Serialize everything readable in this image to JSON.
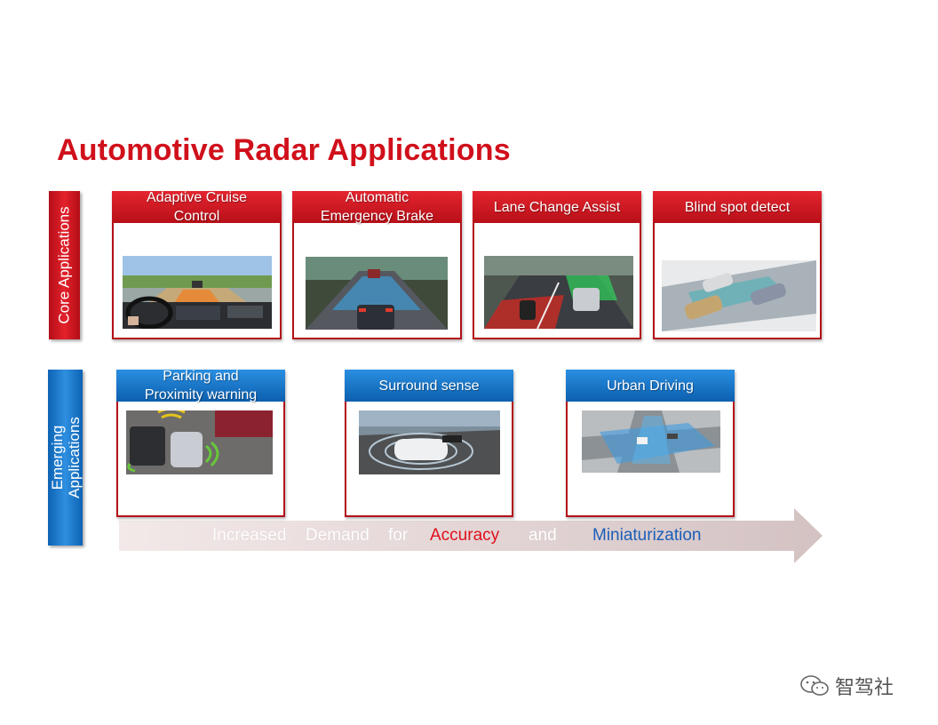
{
  "title": "Automotive Radar Applications",
  "side_labels": {
    "core": "Core Applications",
    "emerging_line1": "Emerging",
    "emerging_line2": "Applications"
  },
  "core_cards": [
    {
      "line1": "Adaptive Cruise",
      "line2": "Control"
    },
    {
      "line1": "Automatic",
      "line2": "Emergency Brake"
    },
    {
      "line1": "Lane Change Assist",
      "line2": ""
    },
    {
      "line1": "Blind spot detect",
      "line2": ""
    }
  ],
  "emerging_cards": [
    {
      "line1": "Parking and",
      "line2": "Proximity warning"
    },
    {
      "line1": "Surround sense",
      "line2": ""
    },
    {
      "line1": "Urban Driving",
      "line2": ""
    }
  ],
  "arrow": {
    "w1": "Increased",
    "w2": "Demand",
    "w3": "for",
    "w4": "Accuracy",
    "w5": "and",
    "w6": "Miniaturization",
    "accent_red": "#e0101b",
    "accent_blue": "#1a5fb8"
  },
  "watermark": "智驾社",
  "colors": {
    "brand_red": "#d0101b",
    "brand_blue": "#1a73c9"
  }
}
